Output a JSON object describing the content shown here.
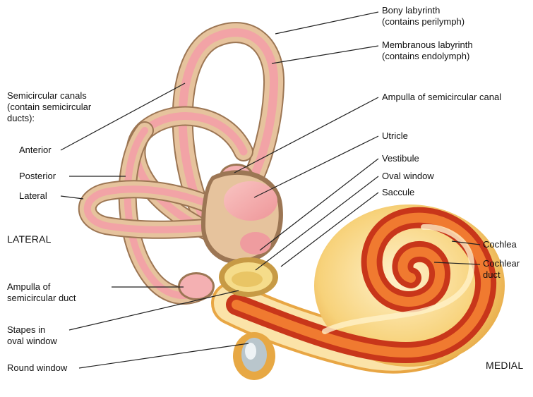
{
  "labels": {
    "bony_labyrinth": [
      "Bony labyrinth",
      "(contains perilymph)"
    ],
    "membranous_labyrinth": [
      "Membranous labyrinth",
      "(contains endolymph)"
    ],
    "ampulla_canal": "Ampulla of semicircular canal",
    "utricle": "Utricle",
    "vestibule": "Vestibule",
    "oval_window": "Oval window",
    "saccule": "Saccule",
    "cochlea": "Cochlea",
    "cochlear_duct": [
      "Cochlear",
      "duct"
    ],
    "semicircular_canals": [
      "Semicircular canals",
      "(contain semicircular",
      "ducts):"
    ],
    "anterior": "Anterior",
    "posterior": "Posterior",
    "lateral_canal": "Lateral",
    "lateral_side": "LATERAL",
    "ampulla_duct": [
      "Ampulla of",
      "semicircular duct"
    ],
    "stapes": [
      "Stapes in",
      "oval window"
    ],
    "round_window": "Round window",
    "medial_side": "MEDIAL"
  },
  "colors": {
    "bony_wall": "#a07a58",
    "bony_fill": "#e8c9a4",
    "membranous": "#f2a3a6",
    "membranous_light": "#f7c2c2",
    "cochlea_outer": "#f5c86a",
    "cochlea_inner": "#fbe7b0",
    "duct_red": "#e04a1c",
    "duct_orange": "#f07a30",
    "leader": "#222222"
  }
}
